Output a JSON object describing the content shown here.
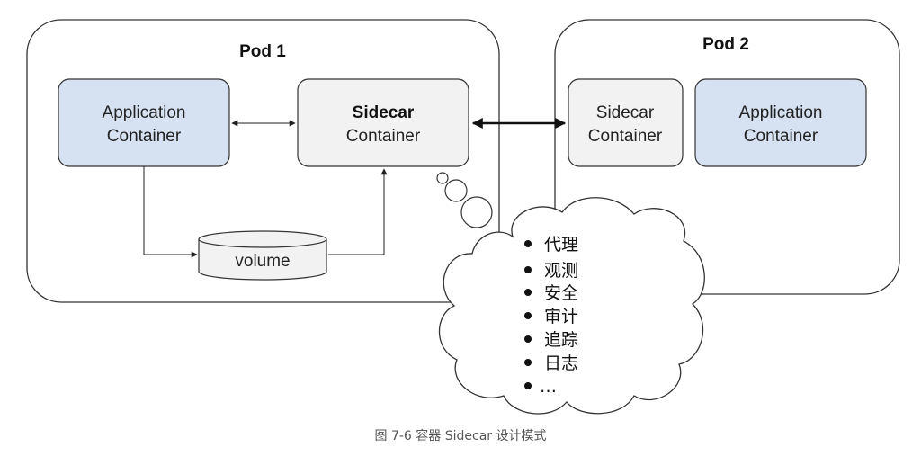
{
  "pods": [
    {
      "title": "Pod 1",
      "app_container": {
        "line1": "Application",
        "line2": "Container"
      },
      "sidecar": {
        "line1": "Sidecar",
        "line2": "Container"
      },
      "volume": "volume"
    },
    {
      "title": "Pod 2",
      "sidecar": {
        "line1": "Sidecar",
        "line2": "Container"
      },
      "app_container": {
        "line1": "Application",
        "line2": "Container"
      }
    }
  ],
  "cloud": {
    "items": [
      "代理",
      "观测",
      "安全",
      "审计",
      "追踪",
      "日志",
      "…"
    ]
  },
  "caption": "图 7-6 容器 Sidecar 设计模式",
  "colors": {
    "app_fill": "#d6e2f2",
    "sidecar_fill": "#f2f2f2",
    "stroke": "#333333"
  }
}
